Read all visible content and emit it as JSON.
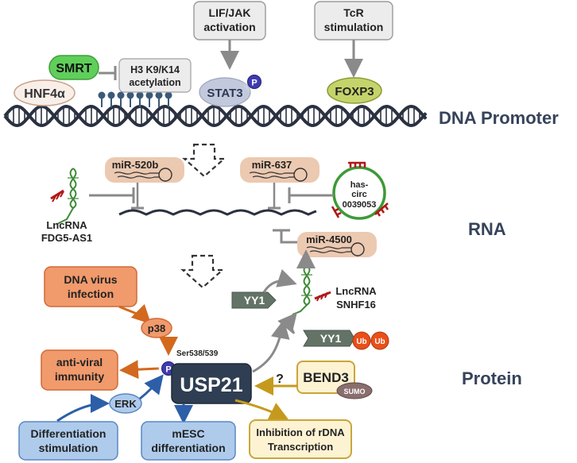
{
  "levels": {
    "dna": "DNA Promoter",
    "rna": "RNA",
    "protein": "Protein"
  },
  "dna_section": {
    "lif_jak_line1": "LIF/JAK",
    "lif_jak_line2": "activation",
    "tcr_line1": "TcR",
    "tcr_line2": "stimulation",
    "smrt": "SMRT",
    "hnf4a": "HNF4α",
    "h3_line1": "H3 K9/K14",
    "h3_line2": "acetylation",
    "stat3": "STAT3",
    "p": "P",
    "foxp3": "FOXP3"
  },
  "rna_section": {
    "mir520b": "miR-520b",
    "mir637": "miR-637",
    "mir4500": "miR-4500",
    "lncrna_fdg5_line1": "LncRNA",
    "lncrna_fdg5_line2": "FDG5-AS1",
    "circ_line1": "has-",
    "circ_line2": "circ",
    "circ_line3": "0039053",
    "lncrna_snhf16_line1": "LncRNA",
    "lncrna_snhf16_line2": "SNHF16"
  },
  "protein_section": {
    "dna_virus_line1": "DNA virus",
    "dna_virus_line2": "infection",
    "p38": "p38",
    "antiviral_line1": "anti-viral",
    "antiviral_line2": "immunity",
    "ser": "Ser538/539",
    "p": "P",
    "usp21": "USP21",
    "erk": "ERK",
    "diff_stim_line1": "Differentiation",
    "diff_stim_line2": "stimulation",
    "mesc_line1": "mESC",
    "mesc_line2": "differentiation",
    "yy1_a": "YY1",
    "yy1_b": "YY1",
    "ub1": "Ub",
    "ub2": "Ub",
    "question": "?",
    "bend3": "BEND3",
    "sumo": "SUMO",
    "rdna_line1": "Inhibition of rDNA",
    "rdna_line2": "Transcription"
  },
  "colors": {
    "gray_box": "#ececec",
    "green_box": "#5fcf5a",
    "mir_box": "#ecc9b1",
    "orange_box": "#f19a6c",
    "blue_box": "#aecbec",
    "usp21": "#2f3e52",
    "yy1": "#637466",
    "ub": "#e94f1a",
    "bend3_fill": "#fdf3d3",
    "bend3_stroke": "#c9a63a",
    "foxp3_fill": "#c5d46a",
    "dna_strand": "#2a3140",
    "circ_green": "#3d9a37"
  }
}
